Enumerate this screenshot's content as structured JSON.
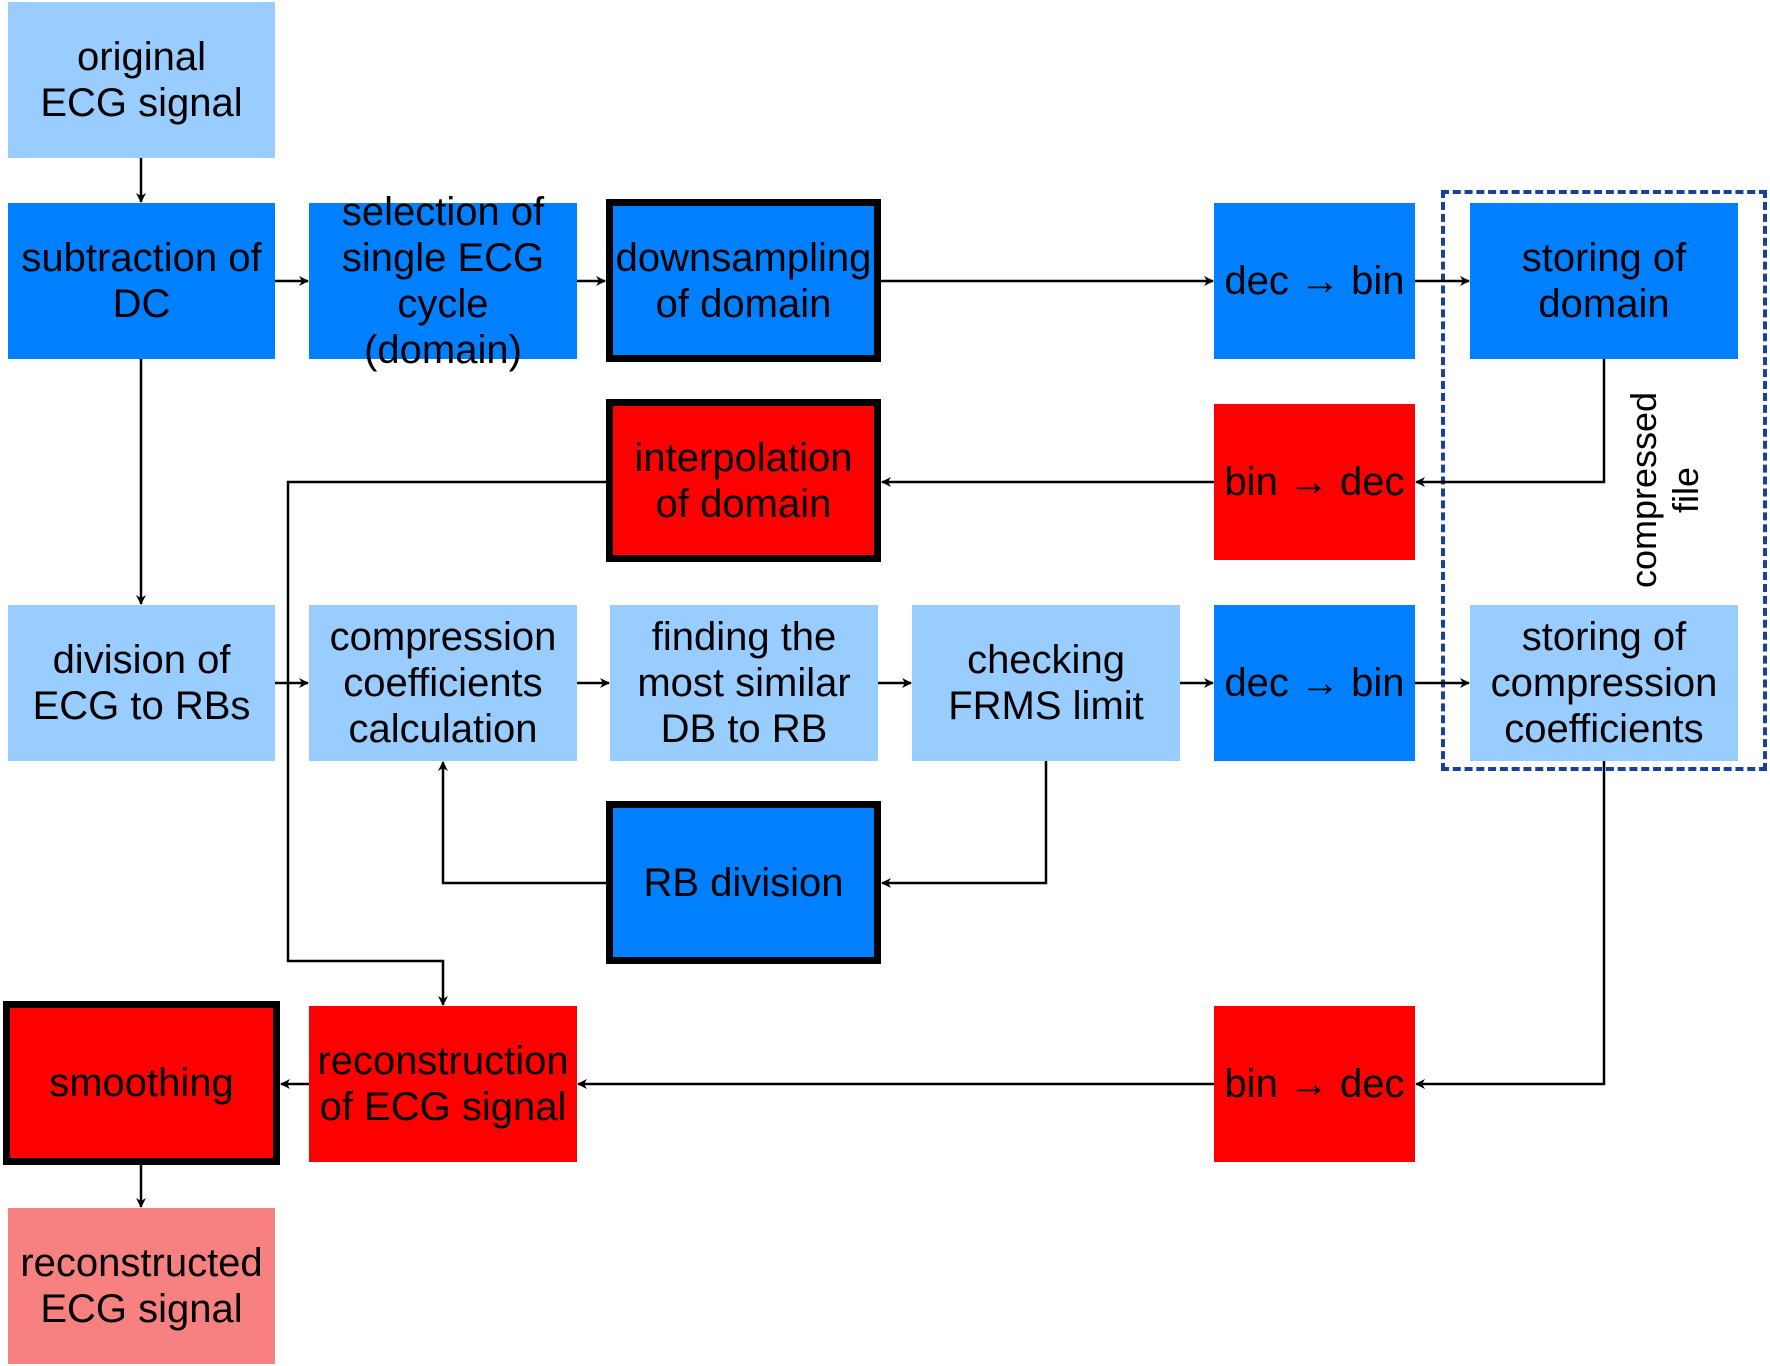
{
  "colors": {
    "light_blue": "#99ccff",
    "blue": "#0080ff",
    "red": "#ff0000",
    "pink": "#f78080",
    "dashed_border": "#17419a"
  },
  "nodes": {
    "original": "original\nECG signal",
    "subtraction": "subtraction of\nDC",
    "selection": "selection of\nsingle ECG\ncycle (domain)",
    "downsampling": "downsampling\nof domain",
    "dec_bin_top": "dec → bin",
    "storing_domain": "storing of\ndomain",
    "interpolation": "interpolation\nof domain",
    "bin_dec_top": "bin → dec",
    "division": "division of\nECG to RBs",
    "compression_calc": "compression\ncoefficients\ncalculation",
    "finding": "finding the\nmost similar\nDB to RB",
    "checking": "checking\nFRMS limit",
    "dec_bin_mid": "dec → bin",
    "storing_coeff": "storing of\ncompression\ncoefficients",
    "rb_division": "RB division",
    "smoothing": "smoothing",
    "reconstruction": "reconstruction\nof ECG signal",
    "bin_dec_bottom": "bin → dec",
    "reconstructed": "reconstructed\nECG signal"
  },
  "compressed_file_label": "compressed\nfile"
}
